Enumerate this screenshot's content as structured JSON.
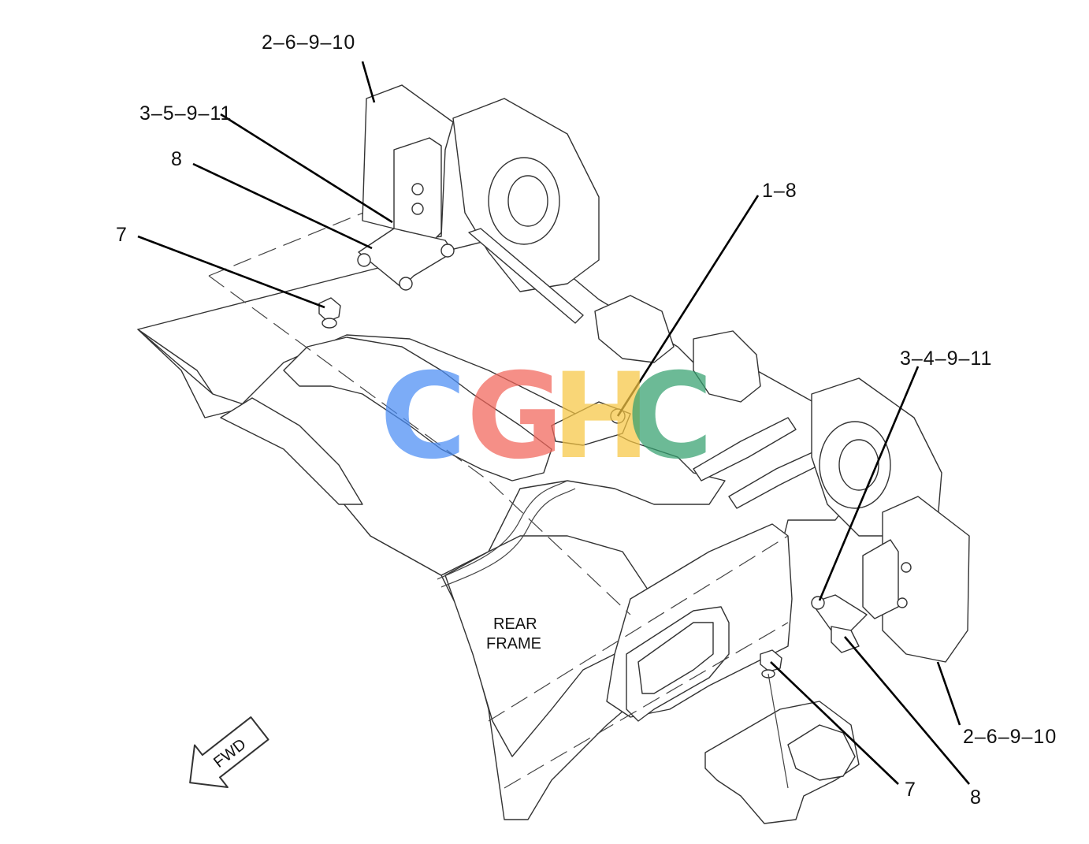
{
  "callouts": [
    {
      "id": "top-left-2-6-9-10",
      "text": "2–6–9–10"
    },
    {
      "id": "top-left-3-5-9-11",
      "text": "3–5–9–11"
    },
    {
      "id": "top-left-8",
      "text": "8"
    },
    {
      "id": "left-7",
      "text": "7"
    },
    {
      "id": "center-1-8",
      "text": "1–8"
    },
    {
      "id": "right-3-4-9-11",
      "text": "3–4–9–11"
    },
    {
      "id": "right-2-6-9-10",
      "text": "2–6–9–10"
    },
    {
      "id": "bottom-7",
      "text": "7"
    },
    {
      "id": "bottom-8",
      "text": "8"
    }
  ],
  "frame_label": {
    "line1": "REAR",
    "line2": "FRAME"
  },
  "direction_arrow": {
    "text": "FWD",
    "icon": "forward-arrow-icon"
  },
  "watermark": {
    "letters": [
      "C",
      "G",
      "H",
      "C"
    ],
    "colors": [
      "#4a8df5",
      "#f2655a",
      "#f7c744",
      "#34a06f"
    ]
  }
}
